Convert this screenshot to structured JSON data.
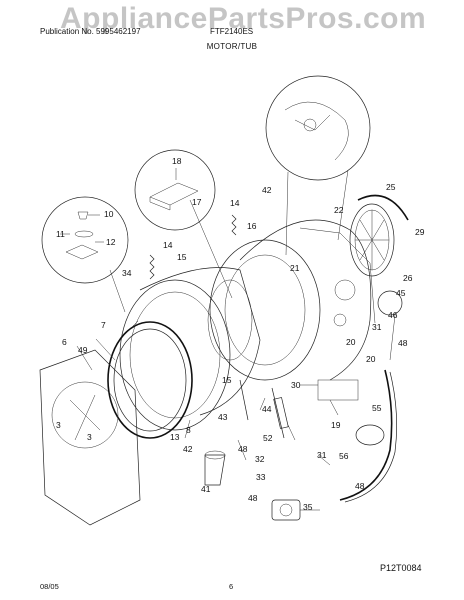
{
  "header": {
    "publication_label": "Publication No. 5995462197",
    "model": "FTF2140ES"
  },
  "section_title": "MOTOR/TUB",
  "watermark": "AppliancePartsPros.com",
  "figure_code": "P12T0084",
  "footer": {
    "date": "08/05",
    "page": "6"
  },
  "callouts": [
    {
      "id": "c10",
      "text": "10"
    },
    {
      "id": "c11",
      "text": "11"
    },
    {
      "id": "c12",
      "text": "12"
    },
    {
      "id": "c18",
      "text": "18"
    },
    {
      "id": "c17",
      "text": "17"
    },
    {
      "id": "c42a",
      "text": "42"
    },
    {
      "id": "c22",
      "text": "22"
    },
    {
      "id": "c25",
      "text": "25"
    },
    {
      "id": "c29",
      "text": "29"
    },
    {
      "id": "c14a",
      "text": "14"
    },
    {
      "id": "c14b",
      "text": "14"
    },
    {
      "id": "c16",
      "text": "16"
    },
    {
      "id": "c21",
      "text": "21"
    },
    {
      "id": "c26",
      "text": "26"
    },
    {
      "id": "c34",
      "text": "34"
    },
    {
      "id": "c15a",
      "text": "15"
    },
    {
      "id": "c7",
      "text": "7"
    },
    {
      "id": "c6",
      "text": "6"
    },
    {
      "id": "c49",
      "text": "49"
    },
    {
      "id": "c45",
      "text": "45"
    },
    {
      "id": "c46",
      "text": "46"
    },
    {
      "id": "c31a",
      "text": "31"
    },
    {
      "id": "c48a",
      "text": "48"
    },
    {
      "id": "c20a",
      "text": "20"
    },
    {
      "id": "c20b",
      "text": "20"
    },
    {
      "id": "c15b",
      "text": "15"
    },
    {
      "id": "c30",
      "text": "30"
    },
    {
      "id": "c3a",
      "text": "3"
    },
    {
      "id": "c3b",
      "text": "3"
    },
    {
      "id": "c44",
      "text": "44"
    },
    {
      "id": "c43",
      "text": "43"
    },
    {
      "id": "c8",
      "text": "8"
    },
    {
      "id": "c13",
      "text": "13"
    },
    {
      "id": "c42b",
      "text": "42"
    },
    {
      "id": "c48b",
      "text": "48"
    },
    {
      "id": "c19",
      "text": "19"
    },
    {
      "id": "c55",
      "text": "55"
    },
    {
      "id": "c52",
      "text": "52"
    },
    {
      "id": "c31b",
      "text": "31"
    },
    {
      "id": "c32",
      "text": "32"
    },
    {
      "id": "c56",
      "text": "56"
    },
    {
      "id": "c41",
      "text": "41"
    },
    {
      "id": "c33",
      "text": "33"
    },
    {
      "id": "c48c",
      "text": "48"
    },
    {
      "id": "c48d",
      "text": "48"
    },
    {
      "id": "c35",
      "text": "35"
    }
  ]
}
